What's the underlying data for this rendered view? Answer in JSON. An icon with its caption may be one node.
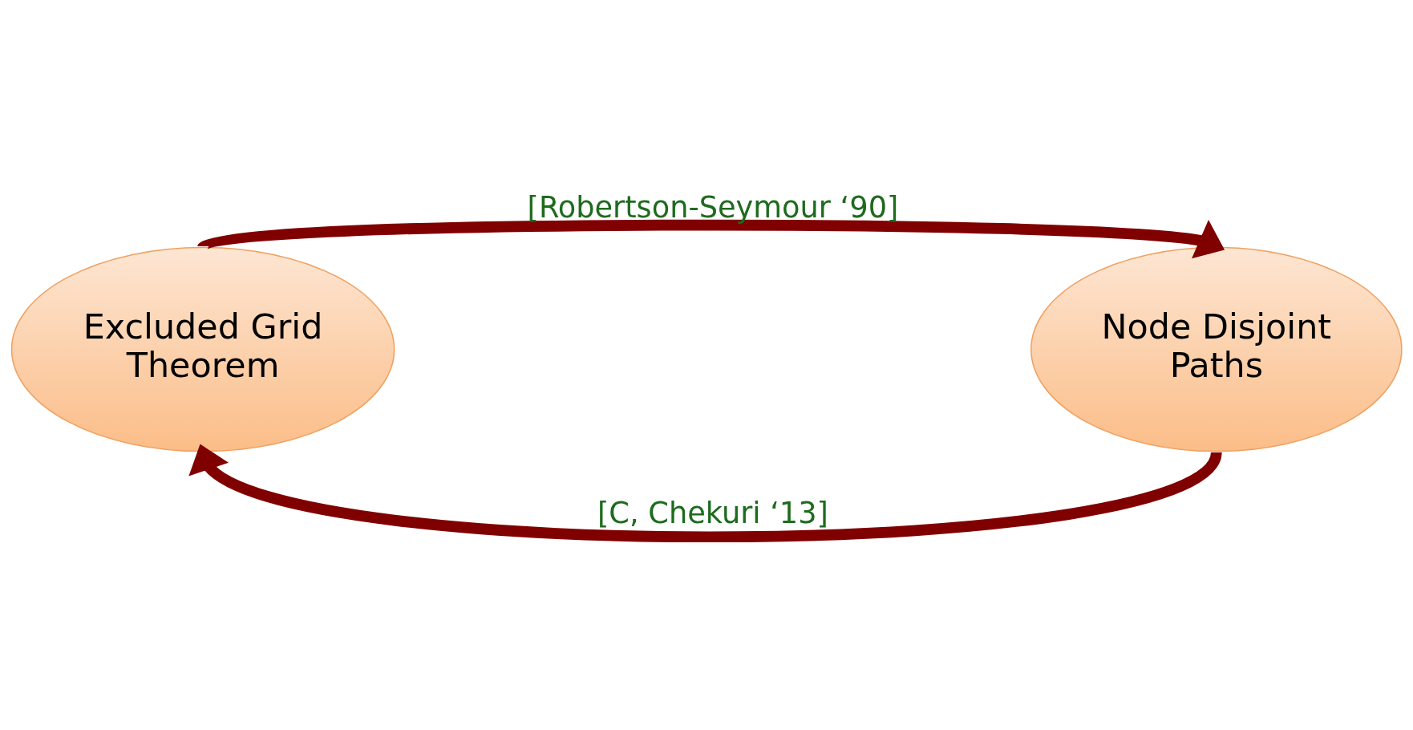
{
  "diagram": {
    "nodes": [
      {
        "text": [
          "Excluded Grid Theorem"
        ]
      },
      {
        "text": [
          "Node Disjoint Paths"
        ]
      }
    ],
    "edges": [
      {
        "from": 0,
        "to": 1,
        "arrow": "to",
        "label": "[Robertson-Seymour ‘90]"
      },
      {
        "from": 1,
        "to": 0,
        "arrow": "to",
        "label": "[C, Chekuri ‘13]"
      }
    ]
  }
}
